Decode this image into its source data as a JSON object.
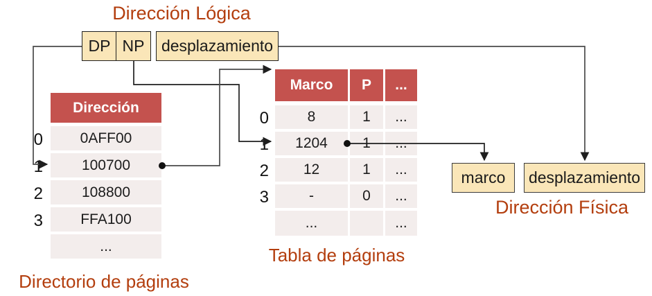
{
  "colors": {
    "accent_red": "#C4524E",
    "row_fill": "#F3EDEC",
    "box_fill": "#FAE6B8",
    "label_brown": "#B33E0E",
    "line": "#2f2f2f"
  },
  "logical_address": {
    "title": "Dirección Lógica",
    "dp": "DP",
    "np": "NP",
    "offset": "desplazamiento"
  },
  "directory": {
    "header": "Dirección",
    "caption": "Directorio de páginas",
    "rows": [
      {
        "index": "0",
        "value": "0AFF00"
      },
      {
        "index": "1",
        "value": "100700"
      },
      {
        "index": "2",
        "value": "108800"
      },
      {
        "index": "3",
        "value": "FFA100"
      },
      {
        "index": "",
        "value": "..."
      }
    ]
  },
  "page_table": {
    "caption": "Tabla de páginas",
    "col_marco": "Marco",
    "col_p": "P",
    "col_more": "...",
    "rows": [
      {
        "index": "0",
        "marco": "8",
        "p": "1",
        "more": "..."
      },
      {
        "index": "1",
        "marco": "1204",
        "p": "1",
        "more": "..."
      },
      {
        "index": "2",
        "marco": "12",
        "p": "1",
        "more": "..."
      },
      {
        "index": "3",
        "marco": "-",
        "p": "0",
        "more": "..."
      },
      {
        "index": "",
        "marco": "...",
        "p": "",
        "more": "..."
      }
    ]
  },
  "physical_address": {
    "title": "Dirección Física",
    "marco": "marco",
    "offset": "desplazamiento"
  }
}
